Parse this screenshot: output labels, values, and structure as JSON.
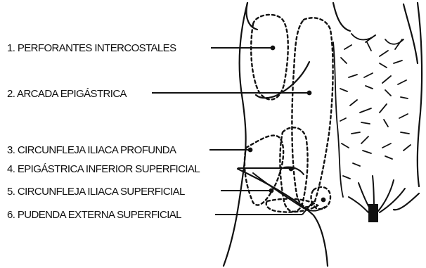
{
  "labels": [
    "1. PERFORANTES INTERCOSTALES",
    "2. ARCADA EPIGÁSTRICA",
    "3. CIRCUNFLEJA ILIACA PROFUNDA",
    "4. EPIGÁSTRICA INFERIOR SUPERFICIAL",
    "5. CIRCUNFLEJA ILIACA SUPERFICIAL",
    "6. PUDENDA EXTERNA SUPERFICIAL"
  ],
  "colors": {
    "ink": "#111111",
    "background": "#ffffff"
  }
}
